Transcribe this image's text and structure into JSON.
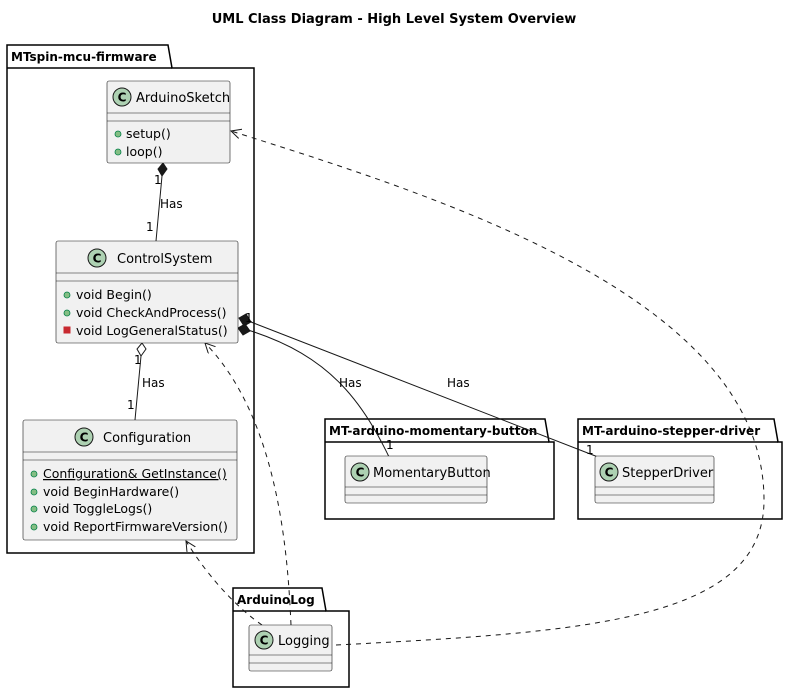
{
  "title": "UML Class Diagram - High Level System Overview",
  "colors": {
    "class_fill": "#F1F1F1",
    "class_border": "#181818",
    "stereotype_circle": "#ADD1B2",
    "public_marker": "#84BE84",
    "private_marker": "#C82930",
    "package_fill": "#FFFFFF"
  },
  "packages": {
    "firmware": "MTspin-mcu-firmware",
    "momentary": "MT-arduino-momentary-button",
    "stepper": "MT-arduino-stepper-driver",
    "log": "ArduinoLog"
  },
  "classes": {
    "arduino_sketch": {
      "stereotype": "C",
      "name": "ArduinoSketch",
      "methods": [
        {
          "visibility": "public",
          "text": "setup()"
        },
        {
          "visibility": "public",
          "text": "loop()"
        }
      ]
    },
    "control_system": {
      "stereotype": "C",
      "name": "ControlSystem",
      "methods": [
        {
          "visibility": "public",
          "text": "void Begin()"
        },
        {
          "visibility": "public",
          "text": "void CheckAndProcess()"
        },
        {
          "visibility": "private",
          "text": "void LogGeneralStatus()"
        }
      ]
    },
    "configuration": {
      "stereotype": "C",
      "name": "Configuration",
      "methods": [
        {
          "visibility": "public",
          "text": "Configuration& GetInstance()",
          "static": true
        },
        {
          "visibility": "public",
          "text": "void BeginHardware()"
        },
        {
          "visibility": "public",
          "text": "void ToggleLogs()"
        },
        {
          "visibility": "public",
          "text": "void ReportFirmwareVersion()"
        }
      ]
    },
    "momentary_button": {
      "stereotype": "C",
      "name": "MomentaryButton"
    },
    "stepper_driver": {
      "stereotype": "C",
      "name": "StepperDriver"
    },
    "logging": {
      "stereotype": "C",
      "name": "Logging"
    }
  },
  "relations": {
    "sketch_control": {
      "label": "Has",
      "mult_from": "1",
      "mult_to": "1"
    },
    "control_config": {
      "label": "Has",
      "mult_from": "1",
      "mult_to": "1"
    },
    "control_button": {
      "label": "Has",
      "mult_from": "1",
      "mult_to": "1"
    },
    "control_stepper": {
      "label": "Has",
      "mult_from": "1",
      "mult_to": "1"
    }
  }
}
